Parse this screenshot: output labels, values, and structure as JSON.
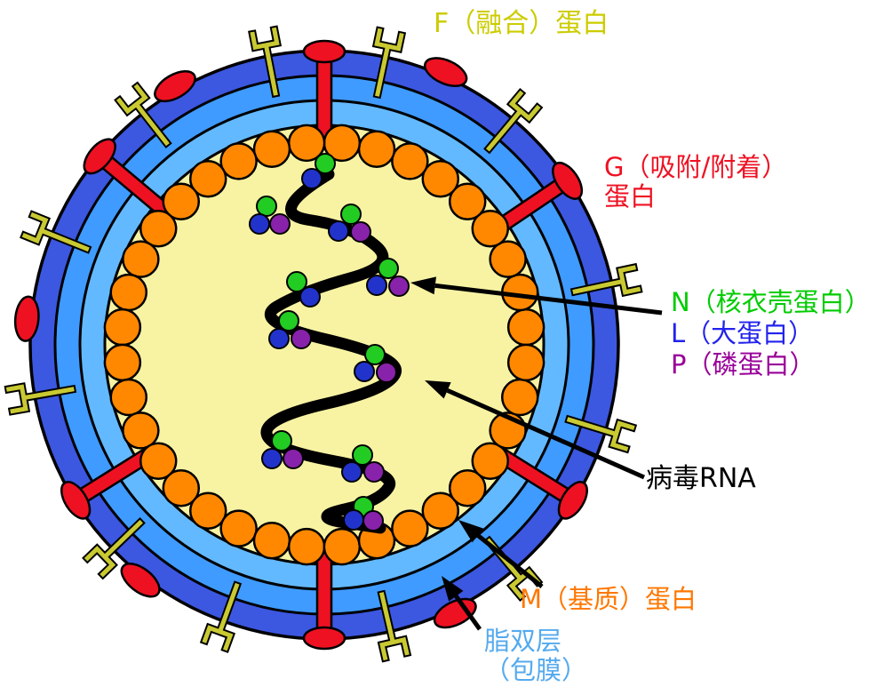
{
  "labels": {
    "f_protein": "F（融合）蛋白",
    "g_protein_line1": "G（吸附/附着）",
    "g_protein_line2": "蛋白",
    "n_protein": "N（核衣壳蛋白）",
    "l_protein": "L（大蛋白）",
    "p_protein": "P（磷蛋白）",
    "viral_rna": "病毒RNA",
    "m_protein": "M（基质）蛋白",
    "lipid_bilayer_line1": "脂双层",
    "lipid_bilayer_line2": "（包膜）"
  },
  "colors": {
    "f_label": "#cccc00",
    "g_label": "#ee1122",
    "n_label": "#00cc00",
    "l_label": "#2222ee",
    "p_label": "#990099",
    "rna_label": "#000000",
    "m_label": "#ff7700",
    "lipid_label": "#55aaee",
    "envelope_outer": "#3c57e0",
    "envelope_mid": "#3f9bff",
    "envelope_inner": "#63b9ff",
    "interior": "#f8f3a3",
    "m_bead": "#ff8800",
    "rna_strand": "#000000",
    "n_bead": "#22cc22",
    "l_bead": "#2233cc",
    "p_bead": "#8822aa",
    "g_spike": "#ee1122",
    "f_spike": "#c9c932",
    "outline": "#000000",
    "arrow": "#000000"
  }
}
